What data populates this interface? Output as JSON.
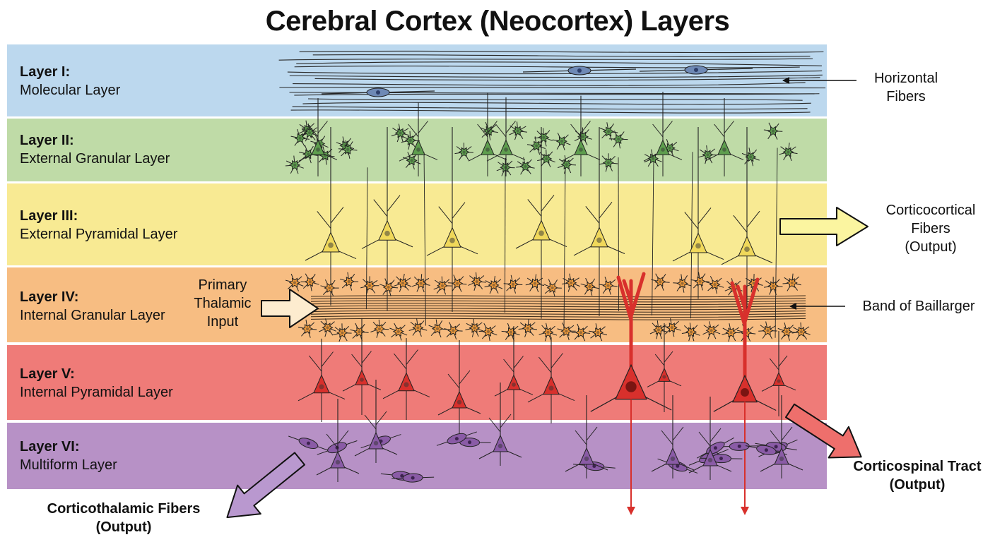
{
  "title": "Cerebral Cortex (Neocortex) Layers",
  "layers": [
    {
      "id": "I",
      "label": "Layer I:",
      "name": "Molecular Layer",
      "color": "#bcd8ee"
    },
    {
      "id": "II",
      "label": "Layer II:",
      "name": "External Granular Layer",
      "color": "#bfdba7"
    },
    {
      "id": "III",
      "label": "Layer III:",
      "name": "External Pyramidal Layer",
      "color": "#f8ea93"
    },
    {
      "id": "IV",
      "label": "Layer IV:",
      "name": "Internal Granular Layer",
      "color": "#f7bd82"
    },
    {
      "id": "V",
      "label": "Layer V:",
      "name": "Internal Pyramidal Layer",
      "color": "#ef7b78"
    },
    {
      "id": "VI",
      "label": "Layer VI:",
      "name": "Multiform Layer",
      "color": "#b791c6"
    }
  ],
  "annotations": {
    "horizontal_fibers": {
      "line1": "Horizontal",
      "line2": "Fibers"
    },
    "corticocortical": {
      "line1": "Corticocortical",
      "line2": "Fibers",
      "line3": "(Output)"
    },
    "band_of_baillarger": "Band of Baillarger",
    "thalamic_input": {
      "line1": "Primary",
      "line2": "Thalamic",
      "line3": "Input"
    },
    "corticospinal": {
      "line1": "Corticospinal Tract",
      "line2": "(Output)"
    },
    "corticothalamic": {
      "line1": "Corticothalamic Fibers",
      "line2": "(Output)"
    }
  },
  "colors": {
    "neuron_l2": "#5e9e4e",
    "neuron_l3": "#f0d85a",
    "neuron_l4": "#ef9a3a",
    "neuron_l5": "#d8302c",
    "neuron_l6": "#8a5ba6",
    "fiber_l1": "#6e89b5",
    "arrow_cc": "#fbf5a0",
    "arrow_cs": "#ee6f6c",
    "arrow_ct": "#b998cf"
  },
  "icons": [
    "star-neuron-icon",
    "pyramidal-neuron-icon",
    "fusiform-neuron-icon",
    "arrow-icon"
  ]
}
